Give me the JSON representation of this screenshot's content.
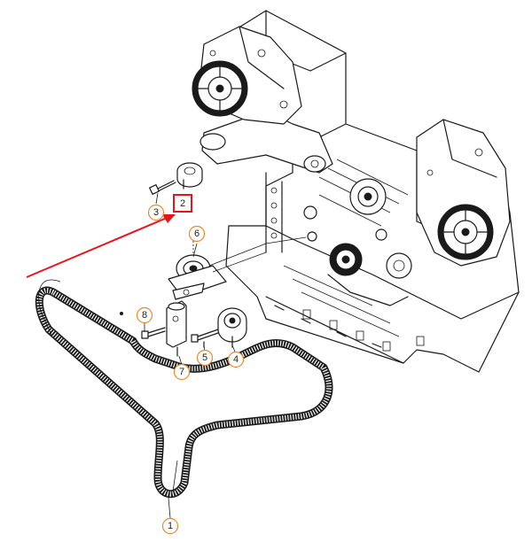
{
  "colors": {
    "callout_ring": "#e8892a",
    "highlight_box": "#e8141c",
    "arrow": "#e8141c",
    "line": "#1a1a1a"
  },
  "callouts": [
    {
      "id": "1",
      "label": "1"
    },
    {
      "id": "2",
      "label": "2",
      "highlighted": true
    },
    {
      "id": "3",
      "label": "3"
    },
    {
      "id": "4",
      "label": "4"
    },
    {
      "id": "5",
      "label": "5"
    },
    {
      "id": "6",
      "label": "6"
    },
    {
      "id": "7",
      "label": "7"
    },
    {
      "id": "8",
      "label": "8"
    }
  ]
}
